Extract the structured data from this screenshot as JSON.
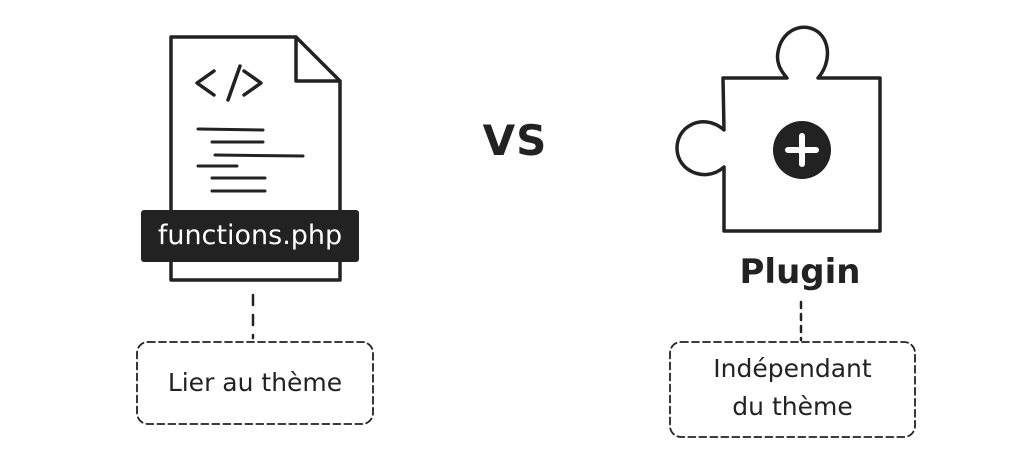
{
  "left": {
    "icon": "php-file-code-icon",
    "code_symbol": "</>",
    "filename": "functions.php",
    "note": "Lier au thème"
  },
  "separator": "VS",
  "right": {
    "icon": "puzzle-piece-plus-icon",
    "title": "Plugin",
    "note_line1": "Indépendant",
    "note_line2": "du thème"
  },
  "colors": {
    "ink": "#222222",
    "background": "#ffffff"
  }
}
